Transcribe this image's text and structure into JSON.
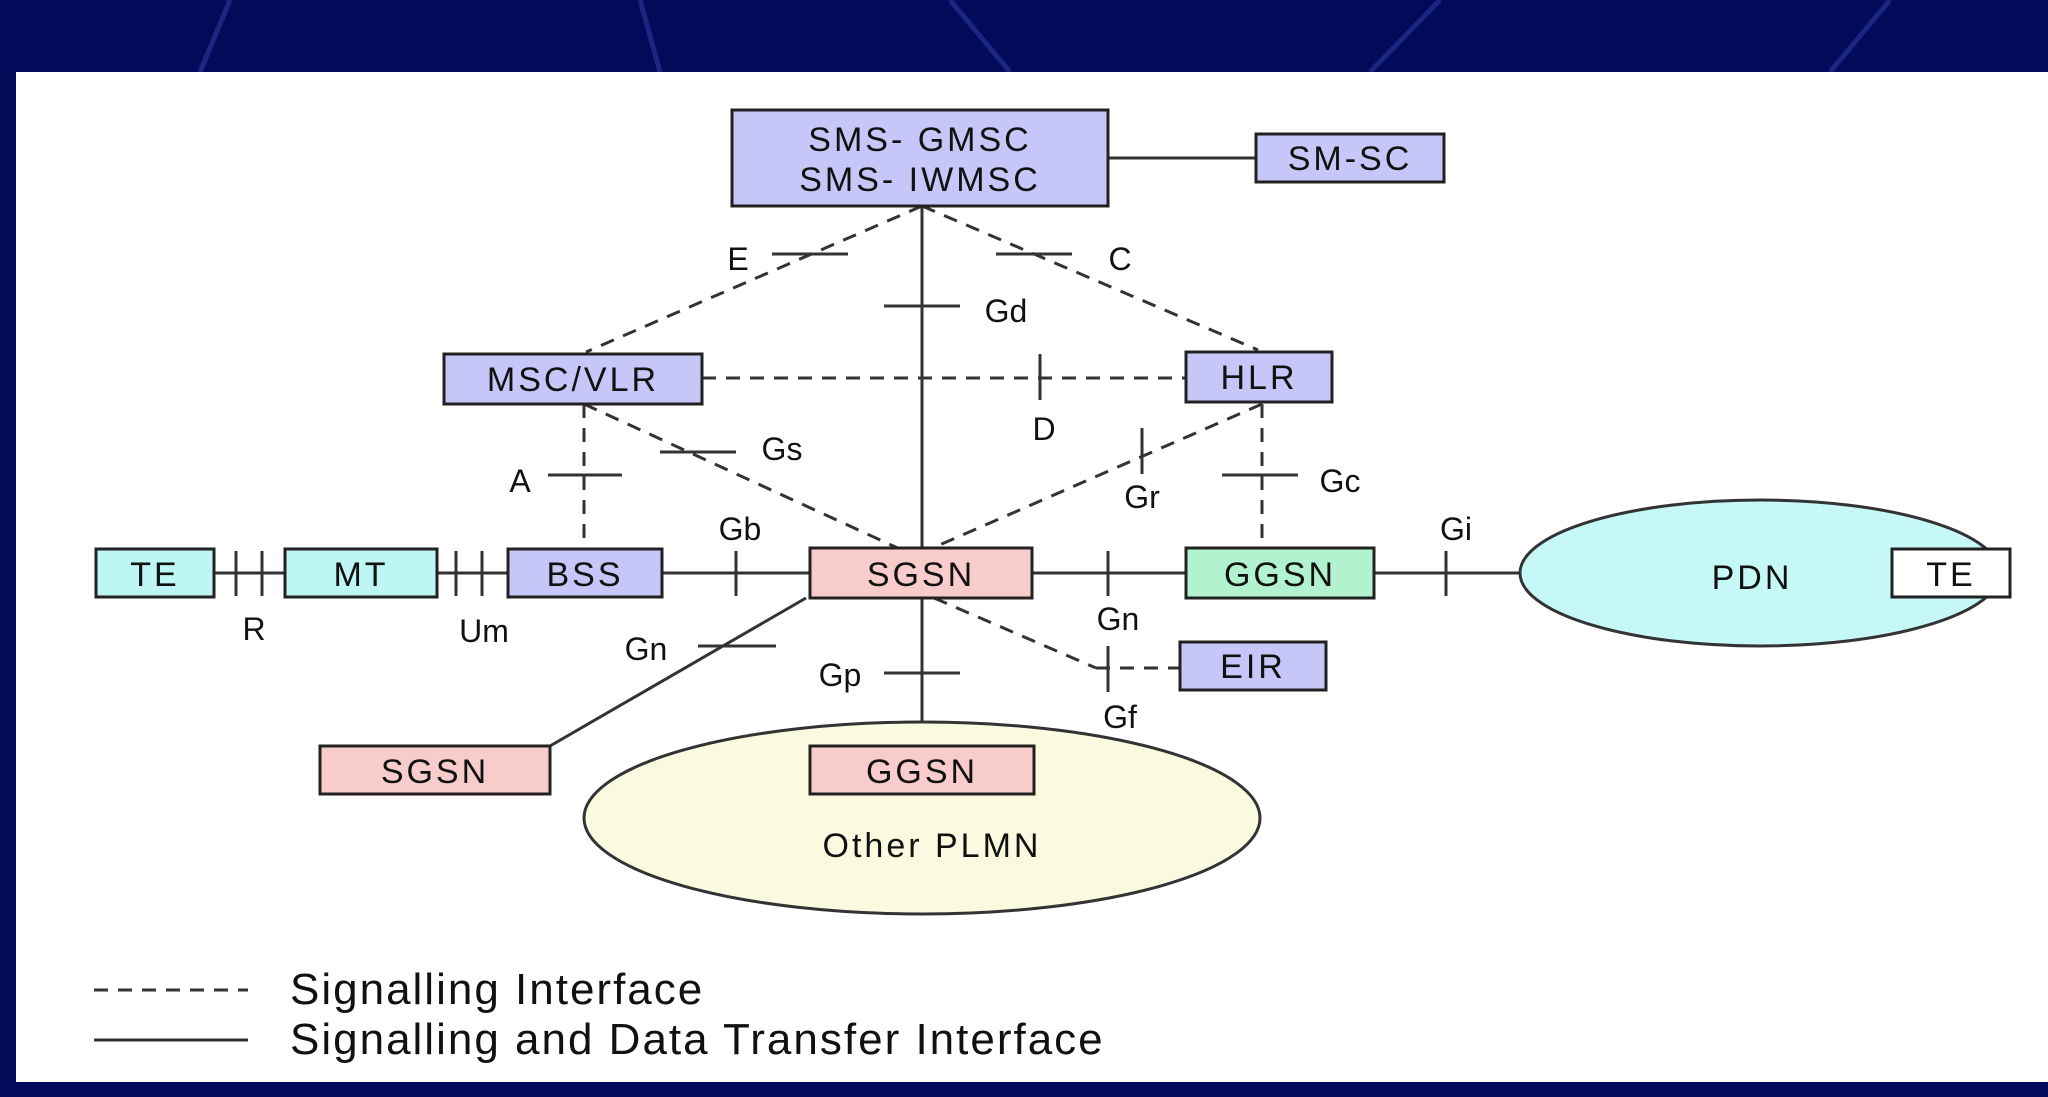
{
  "nodes": {
    "sms_gmsc_line1": "SMS- GMSC",
    "sms_gmsc_line2": "SMS- IWMSC",
    "sm_sc": "SM-SC",
    "msc_vlr": "MSC/VLR",
    "hlr": "HLR",
    "te_left": "TE",
    "mt": "MT",
    "bss": "BSS",
    "sgsn": "SGSN",
    "ggsn": "GGSN",
    "pdn": "PDN",
    "te_right": "TE",
    "eir": "EIR",
    "sgsn_other": "SGSN",
    "ggsn_other": "GGSN",
    "other_plmn": "Other PLMN"
  },
  "interfaces": {
    "e": "E",
    "c": "C",
    "gd": "Gd",
    "d": "D",
    "gs": "Gs",
    "a": "A",
    "gr": "Gr",
    "gc": "Gc",
    "gb": "Gb",
    "gi": "Gi",
    "r": "R",
    "um": "Um",
    "gn_mid": "Gn",
    "gn_left": "Gn",
    "gp": "Gp",
    "gf": "Gf"
  },
  "legend": {
    "signalling": "Signalling Interface",
    "data_transfer": "Signalling and Data Transfer Interface"
  },
  "colors": {
    "background": "#020a5a",
    "panel": "#ffffff",
    "blue_node": "#c6c6f8",
    "cyan_node": "#bdf6f4",
    "pink_node": "#f9cccc",
    "green_node": "#b3f2cf",
    "pdn_fill": "#c6f8f8",
    "plmn_fill": "#fafae0",
    "line": "#333333"
  }
}
